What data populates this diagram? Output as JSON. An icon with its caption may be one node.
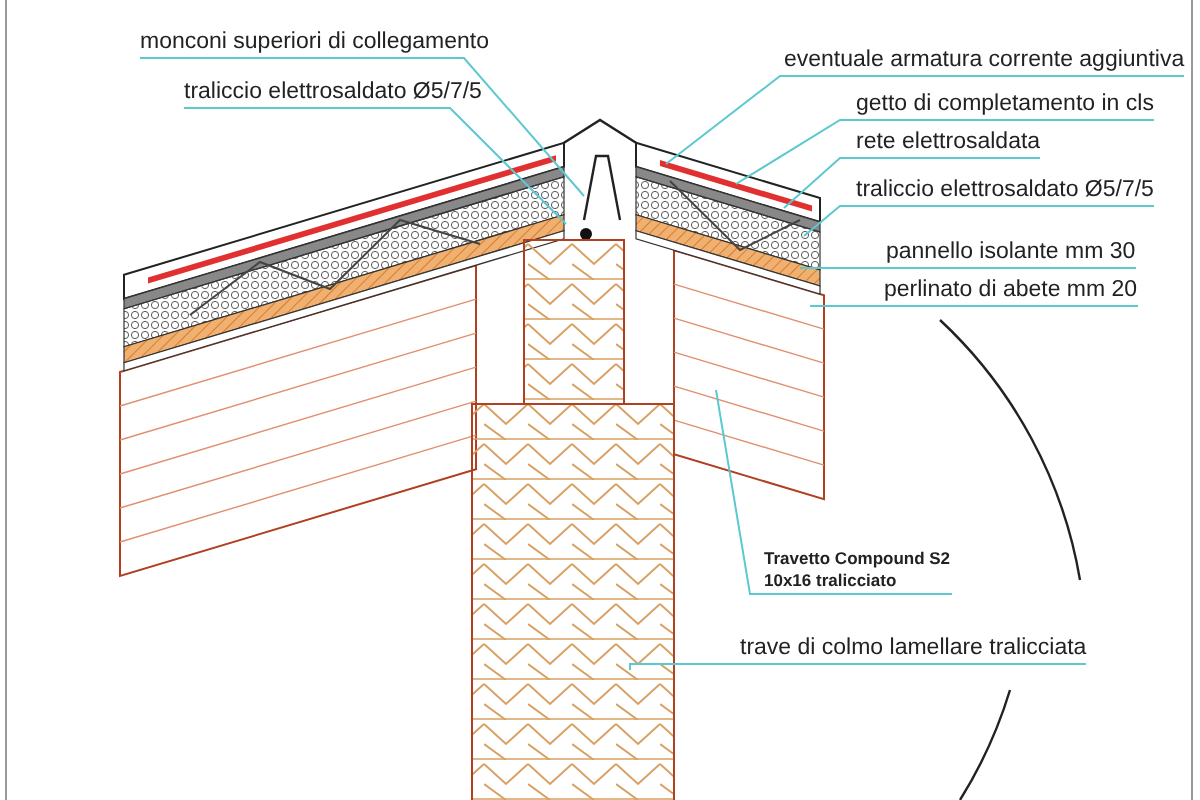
{
  "diagram": {
    "nodes": [
      {
        "text": [
          "monconi superiori di collegamento"
        ]
      },
      {
        "text": [
          "traliccio elettrosaldato Ø5/7/5"
        ]
      },
      {
        "text": [
          "eventuale armatura corrente aggiuntiva"
        ]
      },
      {
        "text": [
          "getto di completamento in cls"
        ]
      },
      {
        "text": [
          "rete elettrosaldata"
        ]
      },
      {
        "text": [
          "traliccio elettrosaldato Ø5/7/5"
        ]
      },
      {
        "text": [
          "pannello isolante mm 30"
        ]
      },
      {
        "text": [
          "perlinato di abete mm 20"
        ]
      },
      {
        "text": [
          "Travetto Compound S2 10x16 tralicciato"
        ]
      },
      {
        "text": [
          "trave di colmo lamellare tralicciata"
        ]
      }
    ],
    "edges": [
      {
        "from": 0,
        "to": null,
        "arrow": "none"
      },
      {
        "from": 1,
        "to": null,
        "arrow": "none"
      },
      {
        "from": 2,
        "to": null,
        "arrow": "none"
      },
      {
        "from": 3,
        "to": null,
        "arrow": "none"
      },
      {
        "from": 4,
        "to": null,
        "arrow": "none"
      },
      {
        "from": 5,
        "to": null,
        "arrow": "none"
      },
      {
        "from": 6,
        "to": null,
        "arrow": "none"
      },
      {
        "from": 7,
        "to": null,
        "arrow": "none"
      },
      {
        "from": 8,
        "to": null,
        "arrow": "none"
      },
      {
        "from": 9,
        "to": null,
        "arrow": "none"
      }
    ]
  }
}
